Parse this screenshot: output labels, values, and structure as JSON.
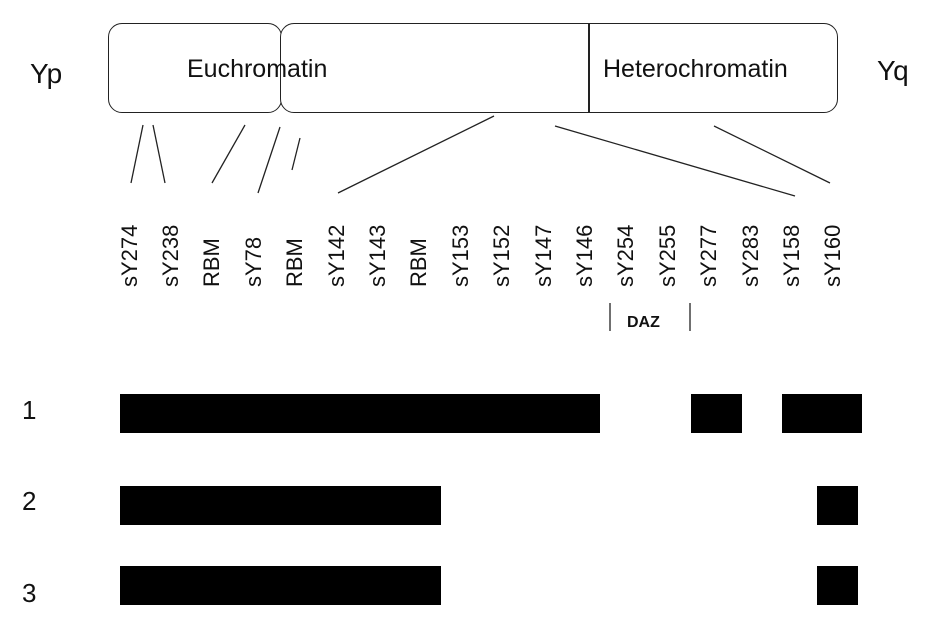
{
  "arms": {
    "left": "Yp",
    "right": "Yq"
  },
  "regions": {
    "euchromatin": "Euchromatin",
    "heterochromatin": "Heterochromatin"
  },
  "markers": [
    "sY274",
    "sY238",
    "RBM",
    "sY78",
    "RBM",
    "sY142",
    "sY143",
    "RBM",
    "sY153",
    "sY152",
    "sY147",
    "sY146",
    "sY254",
    "sY255",
    "sY277",
    "sY283",
    "sY158",
    "sY160"
  ],
  "daz_label": "DAZ",
  "rows": [
    {
      "number": "1"
    },
    {
      "number": "2"
    },
    {
      "number": "3"
    }
  ]
}
